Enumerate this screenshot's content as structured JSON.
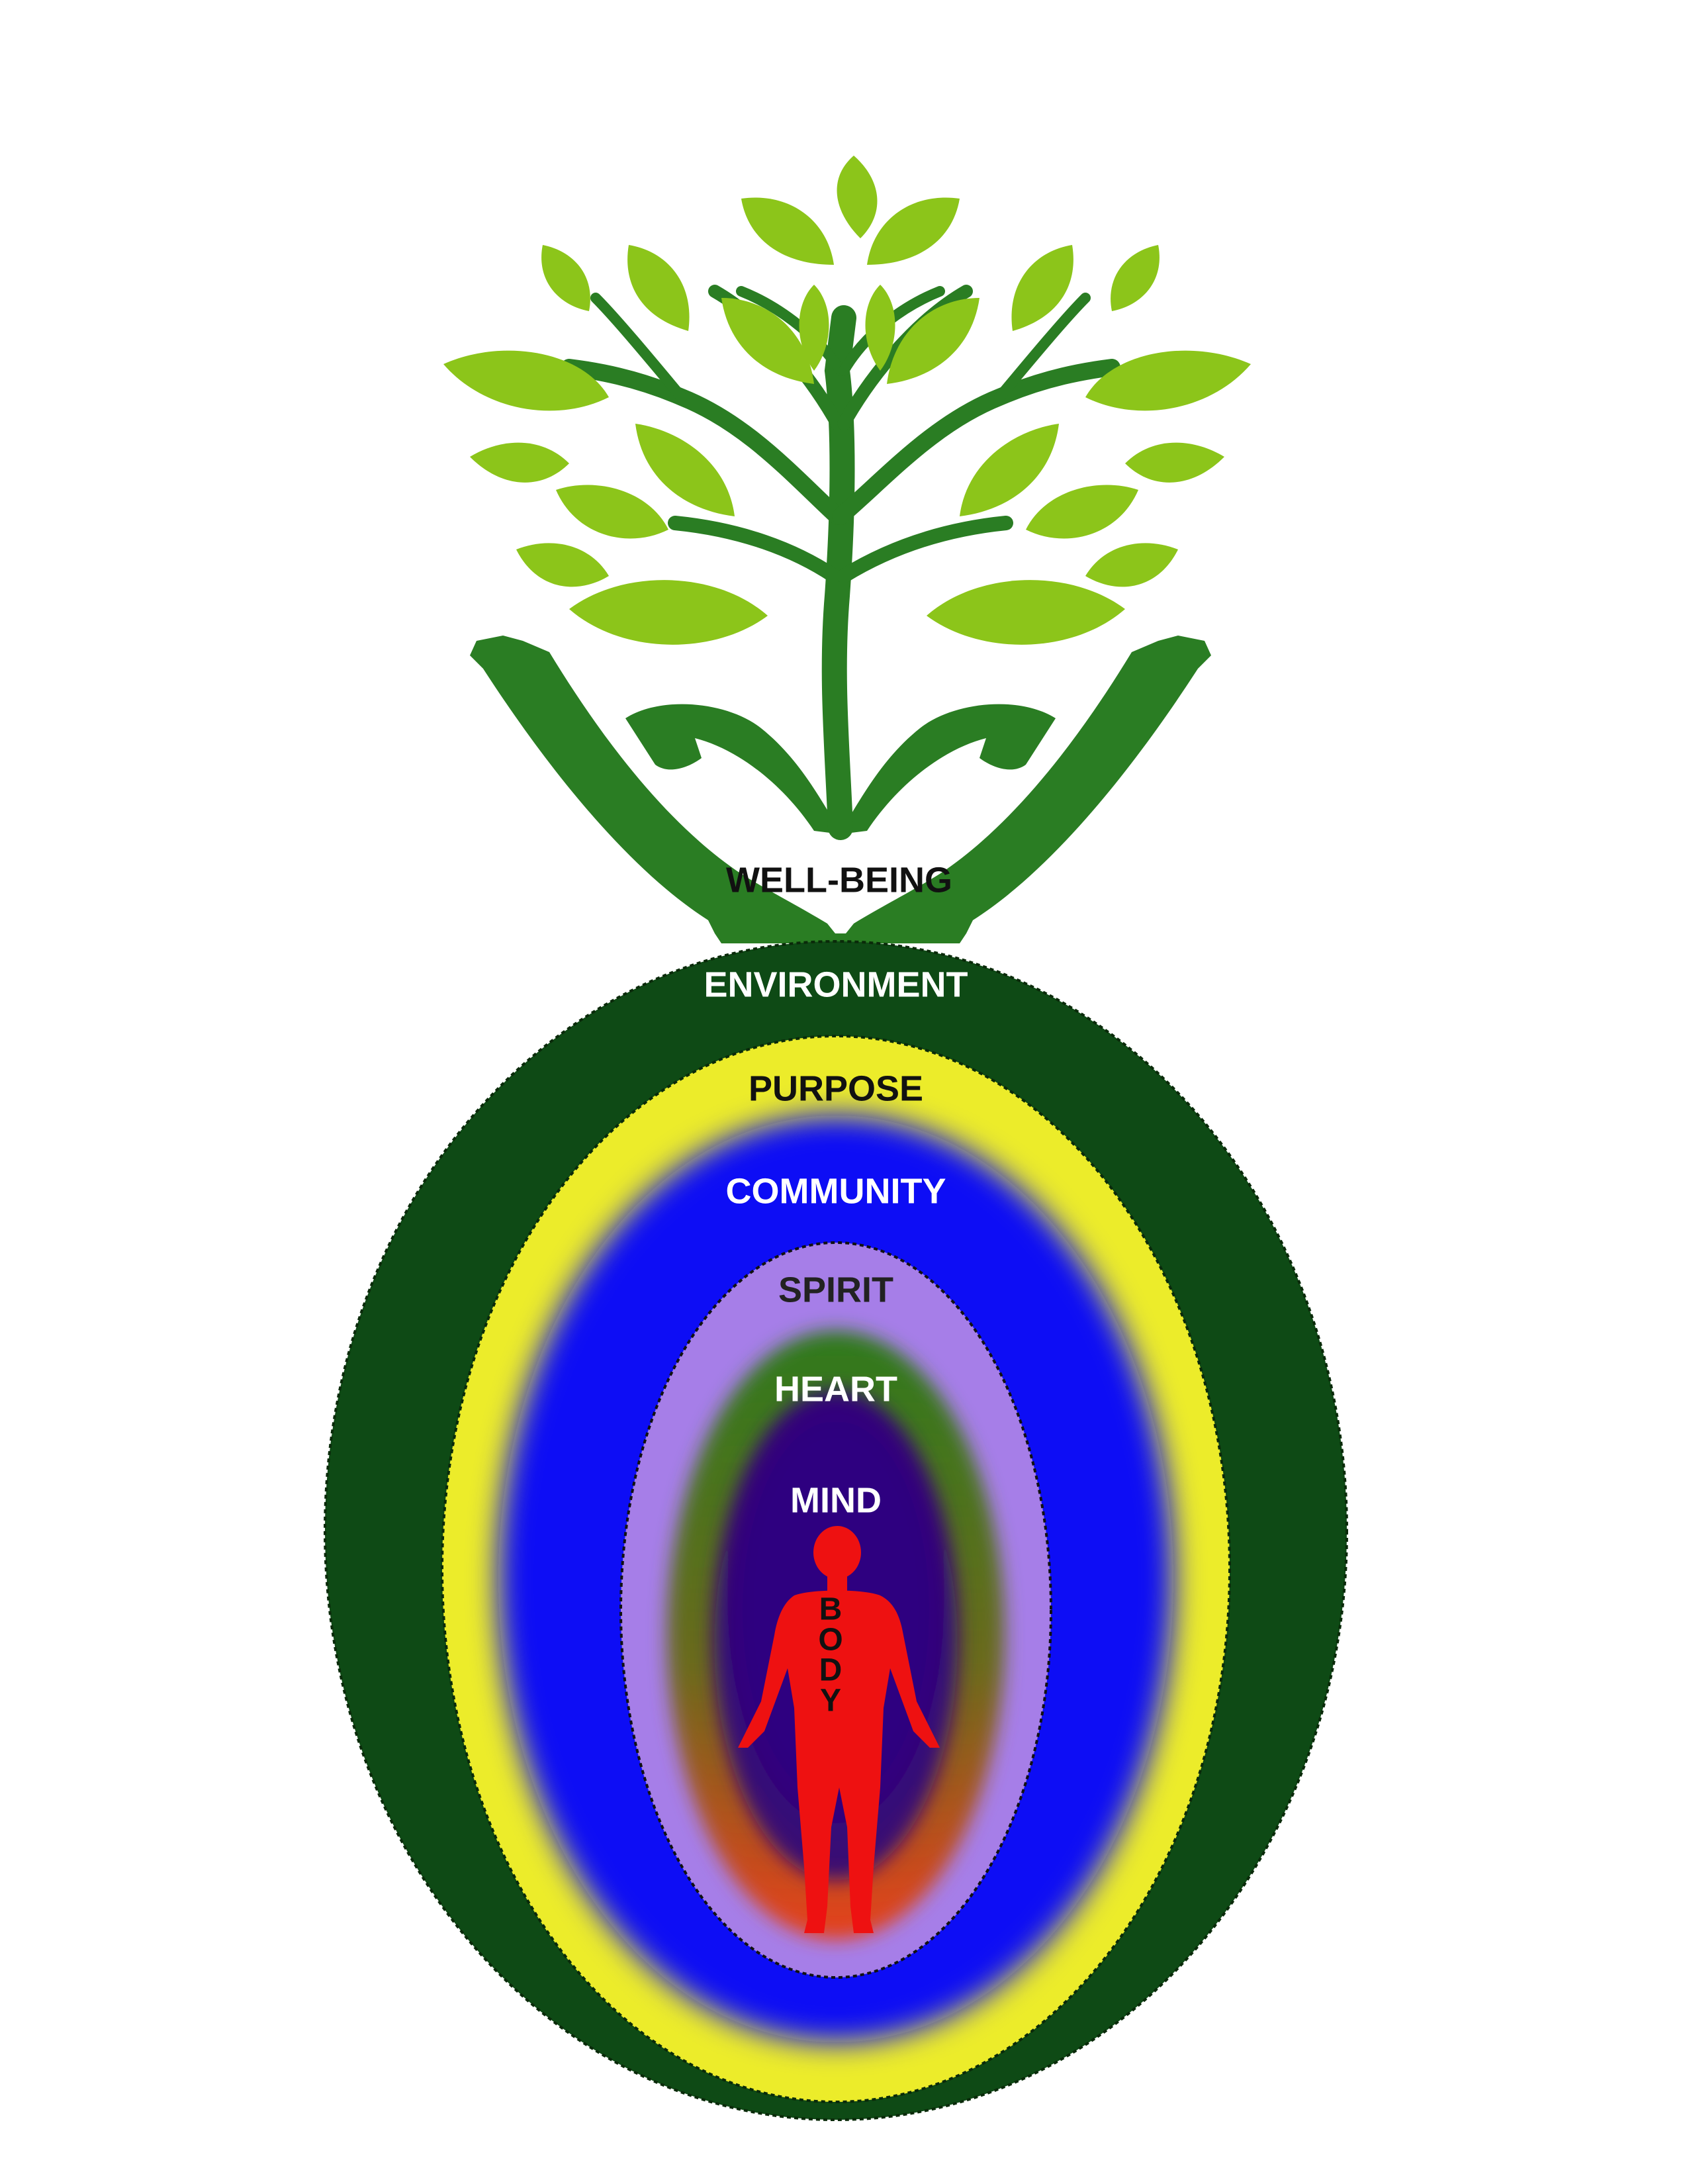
{
  "diagram": {
    "layers": [
      {
        "key": "well_being",
        "label": "WELL-BEING",
        "text_color": "#111111"
      },
      {
        "key": "environment",
        "label": "ENVIRONMENT",
        "text_color": "#ffffff",
        "fill": "#0e4a15"
      },
      {
        "key": "purpose",
        "label": "PURPOSE",
        "text_color": "#111111",
        "fill": "#ecec2a"
      },
      {
        "key": "community",
        "label": "COMMUNITY",
        "text_color": "#ffffff",
        "fill": "#1010f5"
      },
      {
        "key": "spirit",
        "label": "SPIRIT",
        "text_color": "#222222",
        "fill": "#a67ee8"
      },
      {
        "key": "heart",
        "label": "HEART",
        "text_color": "#ffffff",
        "fill": "#2f7a1f"
      },
      {
        "key": "mind",
        "label": "MIND",
        "text_color": "#ffffff",
        "fill": "#2d0080"
      },
      {
        "key": "body",
        "label": "BODY",
        "letters": [
          "B",
          "O",
          "D",
          "Y"
        ],
        "text_color": "#111111",
        "fill": "#ee1111"
      }
    ],
    "icons": {
      "logo": "tree-in-hands-icon",
      "figure": "human-figure-icon"
    },
    "colors": {
      "leaf": "#8cc51a",
      "trunk": "#2a7d23",
      "hands": "#2a7d23"
    }
  }
}
